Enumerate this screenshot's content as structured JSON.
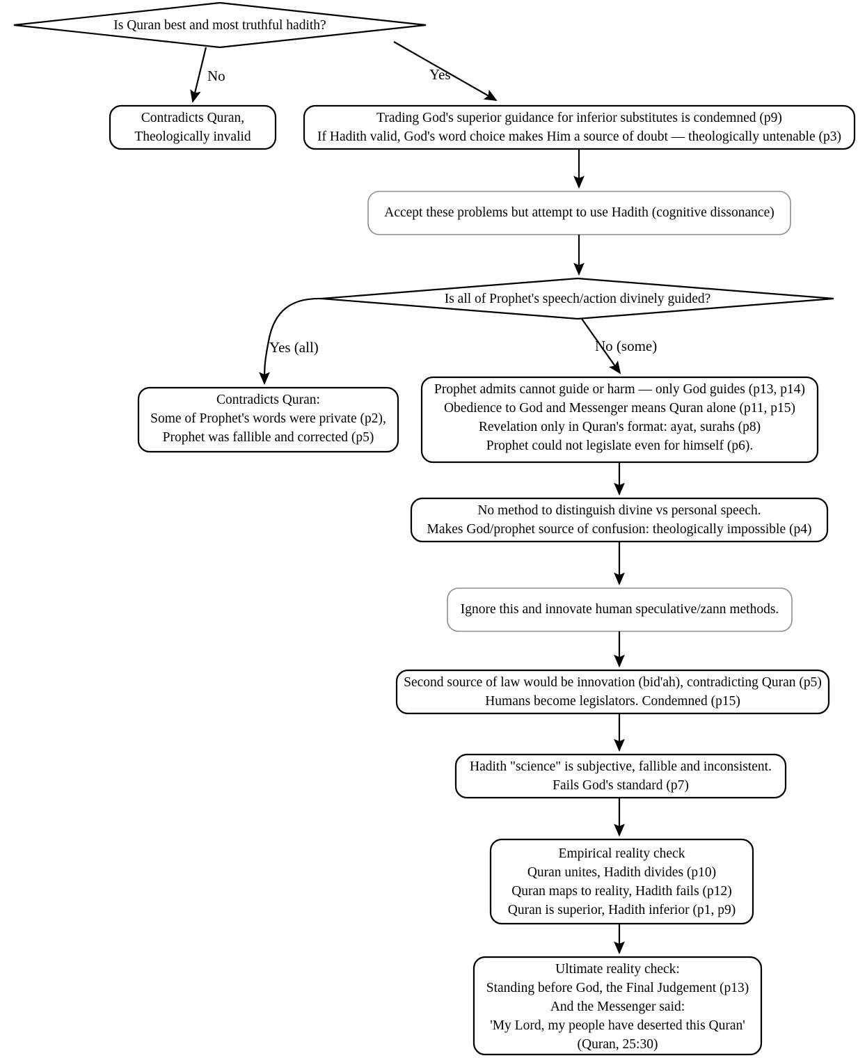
{
  "diagram": {
    "title": "Quran and Hadith theological decision flowchart",
    "colors": {
      "background": "#ffffff",
      "node_border": "#000000",
      "node_border_muted": "#8d8d8d",
      "edge": "#000000",
      "text": "#000000"
    },
    "nodes": [
      {
        "id": "q1",
        "type": "decision",
        "lines": [
          "Is Quran best and most truthful hadith?"
        ]
      },
      {
        "id": "n_contradicts_invalid",
        "type": "process",
        "style": "black",
        "lines": [
          "Contradicts Quran,",
          "Theologically invalid"
        ]
      },
      {
        "id": "n_trading",
        "type": "process",
        "style": "black",
        "lines": [
          "Trading God's superior guidance for inferior substitutes is condemned (p9)",
          "If Hadith valid, God's word choice makes Him a source of doubt — theologically untenable (p3)"
        ]
      },
      {
        "id": "n_accept",
        "type": "process",
        "style": "gray",
        "lines": [
          "Accept these problems but attempt to use Hadith (cognitive dissonance)"
        ]
      },
      {
        "id": "q2",
        "type": "decision",
        "lines": [
          "Is all of Prophet's speech/action divinely guided?"
        ]
      },
      {
        "id": "n_contradicts_quran",
        "type": "process",
        "style": "black",
        "lines": [
          "Contradicts Quran:",
          "Some of Prophet's words were private (p2),",
          "Prophet was fallible and corrected (p5)"
        ]
      },
      {
        "id": "n_prophet_admits",
        "type": "process",
        "style": "black",
        "lines": [
          "Prophet admits cannot guide or harm — only God guides (p13, p14)",
          "Obedience to God and Messenger means Quran alone (p11, p15)",
          "Revelation only in Quran's format: ayat, surahs (p8)",
          "Prophet could not legislate even for himself (p6)."
        ]
      },
      {
        "id": "n_no_method",
        "type": "process",
        "style": "black",
        "lines": [
          "No method to distinguish divine vs personal speech.",
          "Makes God/prophet source of confusion: theologically impossible (p4)"
        ]
      },
      {
        "id": "n_ignore",
        "type": "process",
        "style": "gray",
        "lines": [
          "Ignore this and innovate human speculative/zann methods."
        ]
      },
      {
        "id": "n_second_source",
        "type": "process",
        "style": "black",
        "lines": [
          "Second source of law would be innovation (bid'ah), contradicting Quran (p5)",
          "Humans become legislators. Condemned (p15)"
        ]
      },
      {
        "id": "n_hadith_science",
        "type": "process",
        "style": "black",
        "lines": [
          "Hadith \"science\" is subjective, fallible and inconsistent.",
          "Fails God's standard (p7)"
        ]
      },
      {
        "id": "n_empirical",
        "type": "process",
        "style": "black",
        "lines": [
          "Empirical reality check",
          "Quran unites, Hadith divides (p10)",
          "Quran maps to reality, Hadith fails (p12)",
          "Quran is superior, Hadith inferior (p1, p9)"
        ]
      },
      {
        "id": "n_ultimate",
        "type": "process",
        "style": "black",
        "lines": [
          "Ultimate reality check:",
          "Standing before God, the Final Judgement (p13)",
          "And the Messenger said:",
          "'My Lord, my people have deserted this Quran'",
          "(Quran, 25:30)"
        ]
      }
    ],
    "edge_labels": {
      "q1_no": "No",
      "q1_yes": "Yes",
      "q2_yes": "Yes (all)",
      "q2_no": "No (some)"
    }
  }
}
